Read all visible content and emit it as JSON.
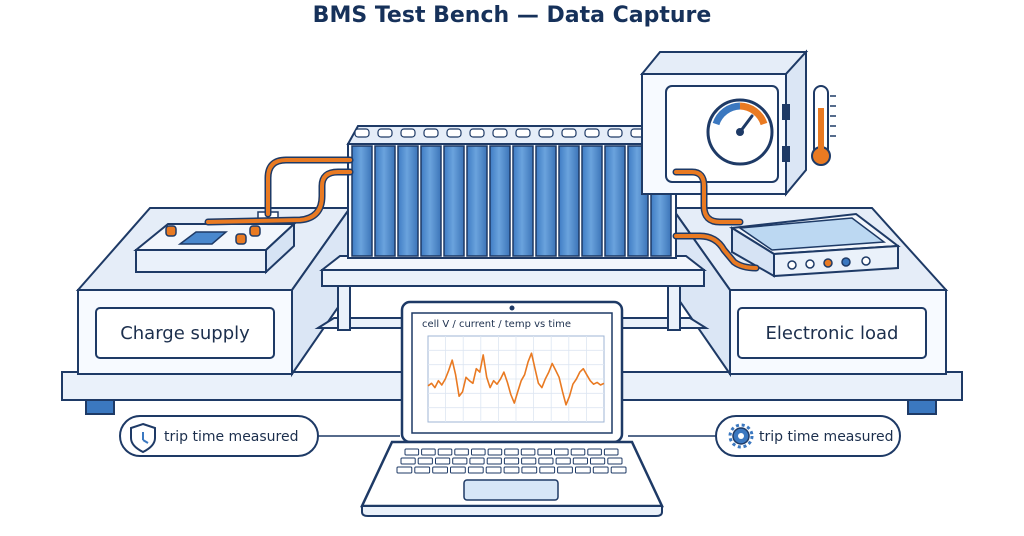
{
  "title": "BMS Test Bench — Data Capture",
  "labels": {
    "charge_supply": "Charge supply",
    "electronic_load": "Electronic load",
    "left_callout": "trip time measured",
    "right_callout": "trip time measured",
    "screen_title": "cell V / current / temp vs time"
  },
  "icons": {
    "left_callout": "shield-clock-icon",
    "right_callout": "gear-icon",
    "chamber_gauge": "dial-gauge-icon",
    "thermometer": "thermometer-icon"
  },
  "colors": {
    "outline": "#1e3a66",
    "accent": "#e97a22",
    "cell_blue": "#4a88cd",
    "panel_light": "#eaf1fa",
    "screen_light": "#bcd8f2"
  },
  "chart_data": {
    "type": "line",
    "title": "cell V / current / temp vs time",
    "xlabel": "",
    "ylabel": "",
    "grid": true,
    "legend": "none",
    "series": [
      {
        "values": [
          0.42,
          0.45,
          0.4,
          0.48,
          0.43,
          0.5,
          0.6,
          0.72,
          0.55,
          0.3,
          0.35,
          0.52,
          0.48,
          0.45,
          0.62,
          0.58,
          0.78,
          0.52,
          0.4,
          0.48,
          0.44,
          0.5,
          0.58,
          0.46,
          0.32,
          0.22,
          0.35,
          0.48,
          0.55,
          0.7,
          0.8,
          0.62,
          0.45,
          0.4,
          0.5,
          0.58,
          0.68,
          0.6,
          0.52,
          0.35,
          0.2,
          0.3,
          0.44,
          0.5,
          0.58,
          0.62,
          0.55,
          0.48,
          0.44,
          0.46,
          0.43,
          0.45
        ]
      }
    ]
  }
}
